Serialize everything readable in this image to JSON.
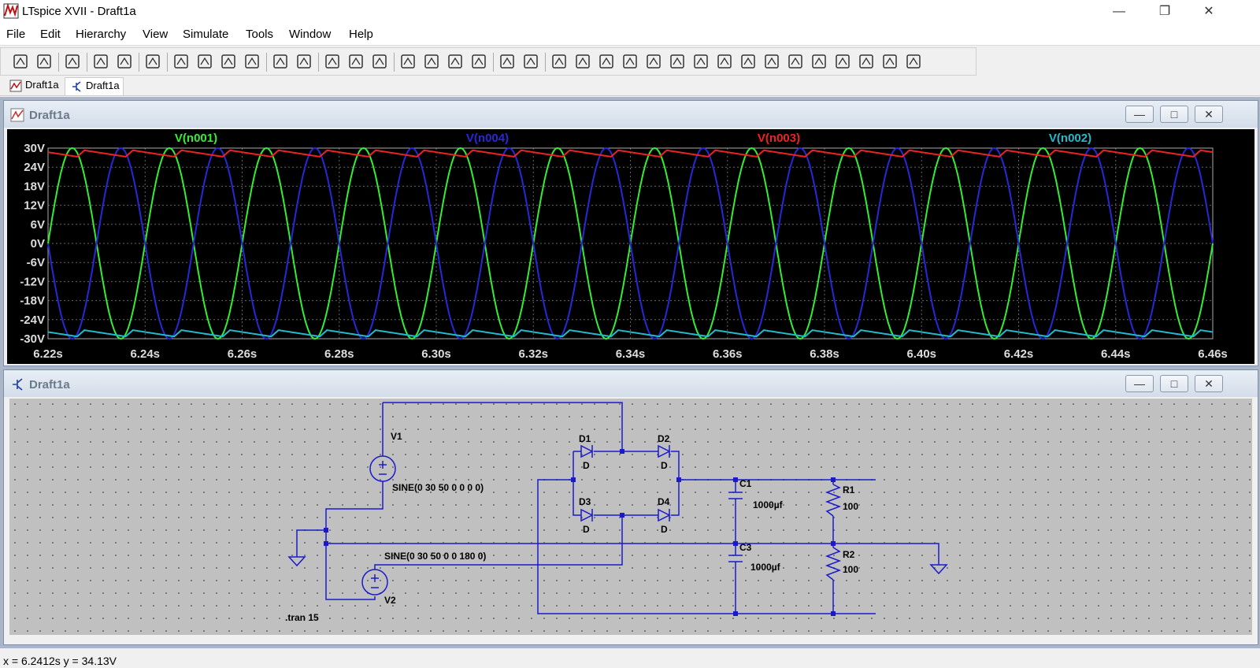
{
  "window": {
    "title": "LTspice XVII - Draft1a"
  },
  "menu": [
    "File",
    "Edit",
    "Hierarchy",
    "View",
    "Simulate",
    "Tools",
    "Window",
    "Help"
  ],
  "toolbar_icons": [
    "run-icon",
    "open-icon",
    "save-icon",
    "control-panel-icon",
    "running-man-icon",
    "pan-icon",
    "zoom-in-icon",
    "zoom-area-icon",
    "zoom-out-icon",
    "zoom-cancel-icon",
    "autorange-icon",
    "plot-settings-icon",
    "tile-horizontal-icon",
    "cascade-icon",
    "tile-vertical-icon",
    "cut-icon",
    "copy-icon",
    "paste-icon",
    "find-icon",
    "print-icon",
    "print-preview-icon",
    "pencil-wire-icon",
    "ground-icon",
    "label-net-icon",
    "resistor-icon",
    "capacitor-icon",
    "inductor-icon",
    "diode-icon",
    "component-icon",
    "move-icon",
    "drag-icon",
    "undo-icon",
    "redo-icon",
    "rotate-icon",
    "mirror-icon",
    "text-icon",
    "spice-directive-icon"
  ],
  "tabs": [
    {
      "label": "Draft1a",
      "icon": "waveform-icon"
    },
    {
      "label": "Draft1a",
      "icon": "schematic-icon"
    }
  ],
  "waveform_window": {
    "title": "Draft1a",
    "chart_data": {
      "type": "line",
      "xlabel": "",
      "ylabel": "",
      "x_ticks": [
        "6.22s",
        "6.24s",
        "6.26s",
        "6.28s",
        "6.30s",
        "6.32s",
        "6.34s",
        "6.36s",
        "6.38s",
        "6.40s",
        "6.42s",
        "6.44s",
        "6.46s"
      ],
      "y_ticks": [
        "30V",
        "24V",
        "18V",
        "12V",
        "6V",
        "0V",
        "-6V",
        "-12V",
        "-18V",
        "-24V",
        "-30V"
      ],
      "xlim": [
        6.22,
        6.46
      ],
      "ylim": [
        -30,
        30
      ],
      "grid": true,
      "series": [
        {
          "name": "V(n001)",
          "color": "#33ee33",
          "kind": "sine",
          "amplitude": 30,
          "frequency": 50,
          "phase_deg": 0
        },
        {
          "name": "V(n004)",
          "color": "#2828d8",
          "kind": "sine",
          "amplitude": 30,
          "frequency": 50,
          "phase_deg": 180
        },
        {
          "name": "V(n003)",
          "color": "#ee2222",
          "kind": "ripple",
          "peak": 29.3,
          "min": 27.3,
          "frequency": 100
        },
        {
          "name": "V(n002)",
          "color": "#22bbcc",
          "kind": "ripple",
          "peak": -27.3,
          "min": -29.3,
          "frequency": 100
        }
      ]
    }
  },
  "schematic_window": {
    "title": "Draft1a",
    "labels": {
      "v1": "V1",
      "v1_value": "SINE(0 30 50 0 0 0 0)",
      "v2": "V2",
      "v2_value": "SINE(0 30 50 0 0 180 0)",
      "d1": "D1",
      "d1_model": "D",
      "d2": "D2",
      "d2_model": "D",
      "d3": "D3",
      "d3_model": "D",
      "d4": "D4",
      "d4_model": "D",
      "c1": "C1",
      "c1_value": "1000µf",
      "c3": "C3",
      "c3_value": "1000µf",
      "r1": "R1",
      "r1_value": "100",
      "r2": "R2",
      "r2_value": "100",
      "directive": ".tran 15"
    }
  },
  "status": {
    "text": "x = 6.2412s    y = 34.13V"
  }
}
